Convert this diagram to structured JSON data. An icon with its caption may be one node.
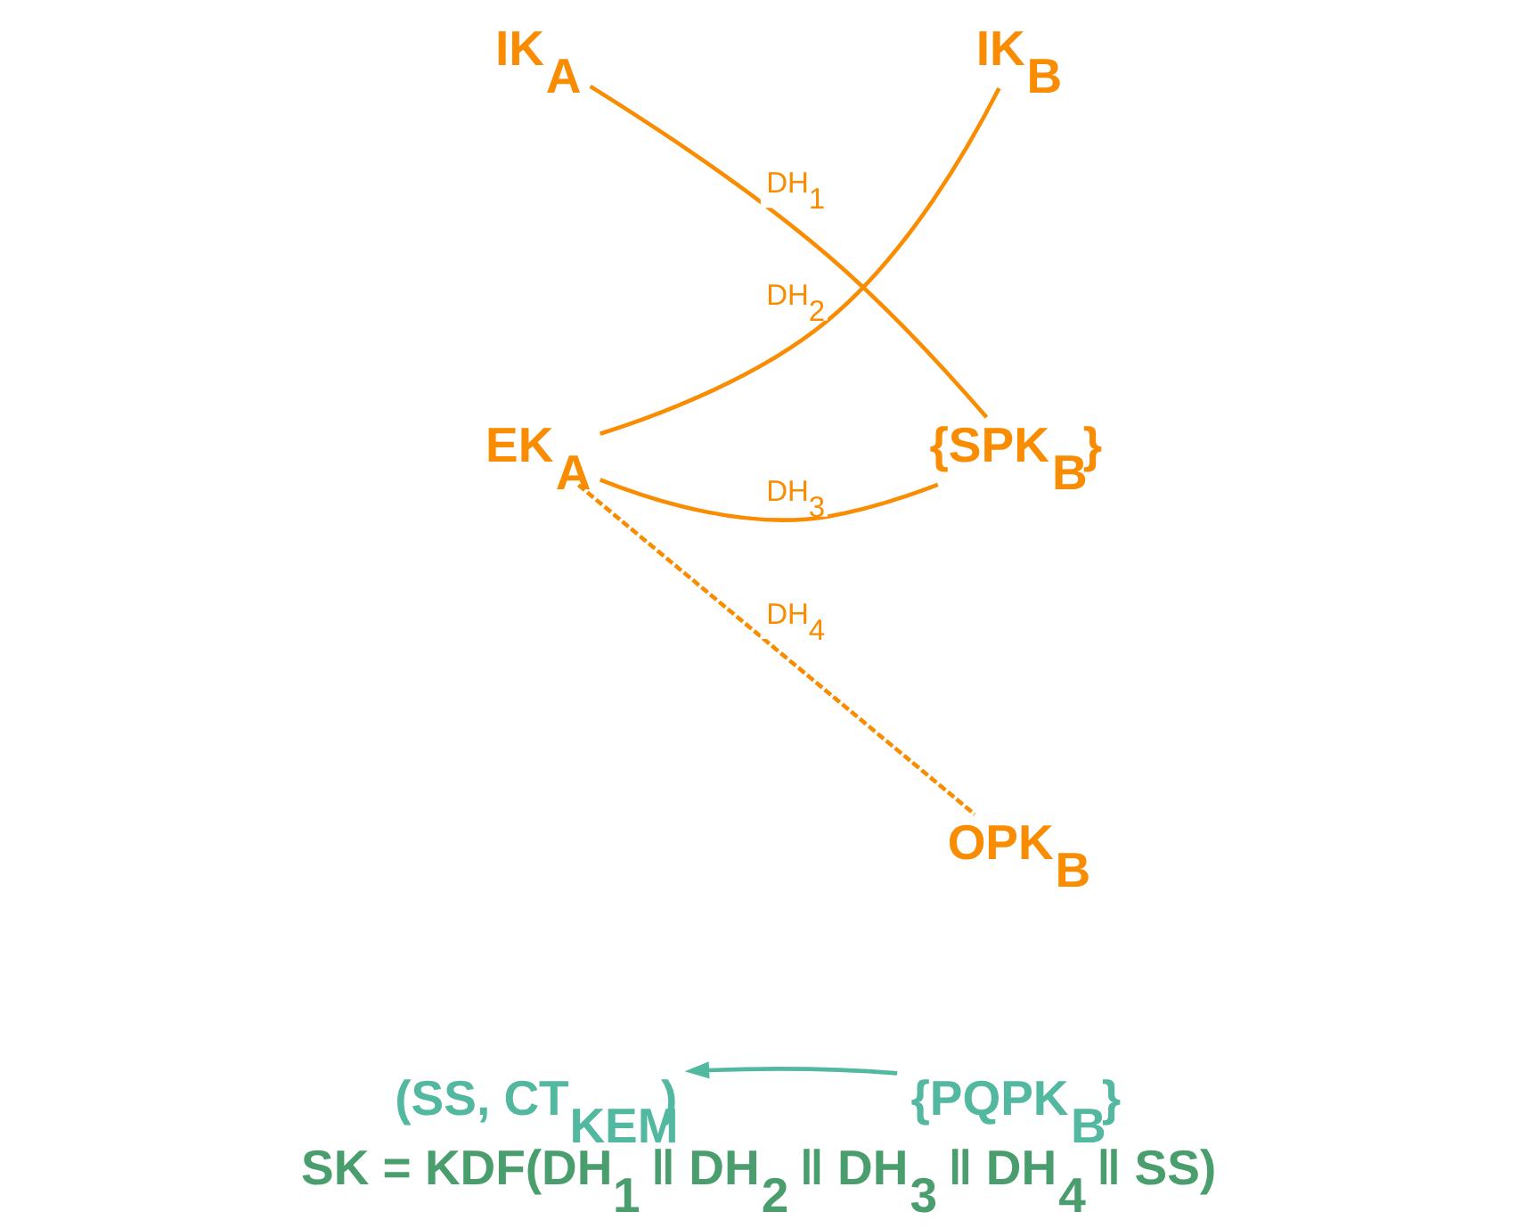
{
  "diagram": {
    "caption": "SK = KDF(DH$_{1}$ ‖ DH$_{2}$ ‖ DH$_{3}$ ‖ DH$_{4}$ ‖ SS)",
    "nodes": [
      {
        "text": [
          "IK$_{A}$"
        ]
      },
      {
        "text": [
          "IK$_{B}$"
        ]
      },
      {
        "text": [
          "EK$_{A}$"
        ]
      },
      {
        "text": [
          "{SPK$_{B}$}"
        ]
      },
      {
        "text": [
          "OPK$_{B}$"
        ]
      },
      {
        "text": [
          "(SS, CT$_{KEM}$)"
        ]
      },
      {
        "text": [
          "{PQPK$_{B}$}"
        ]
      }
    ],
    "edges": [
      {
        "from": 0,
        "to": 3,
        "arrow": "none",
        "label": "DH$_{1}$"
      },
      {
        "from": 1,
        "to": 2,
        "arrow": "none",
        "label": "DH$_{2}$"
      },
      {
        "from": 2,
        "to": 3,
        "arrow": "none",
        "label": "DH$_{3}$"
      },
      {
        "from": 2,
        "to": 4,
        "arrow": "none",
        "label": "DH$_{4}$",
        "style": "dashed"
      },
      {
        "from": 6,
        "to": 5,
        "arrow": "to",
        "color": "#52b8a0"
      }
    ]
  }
}
